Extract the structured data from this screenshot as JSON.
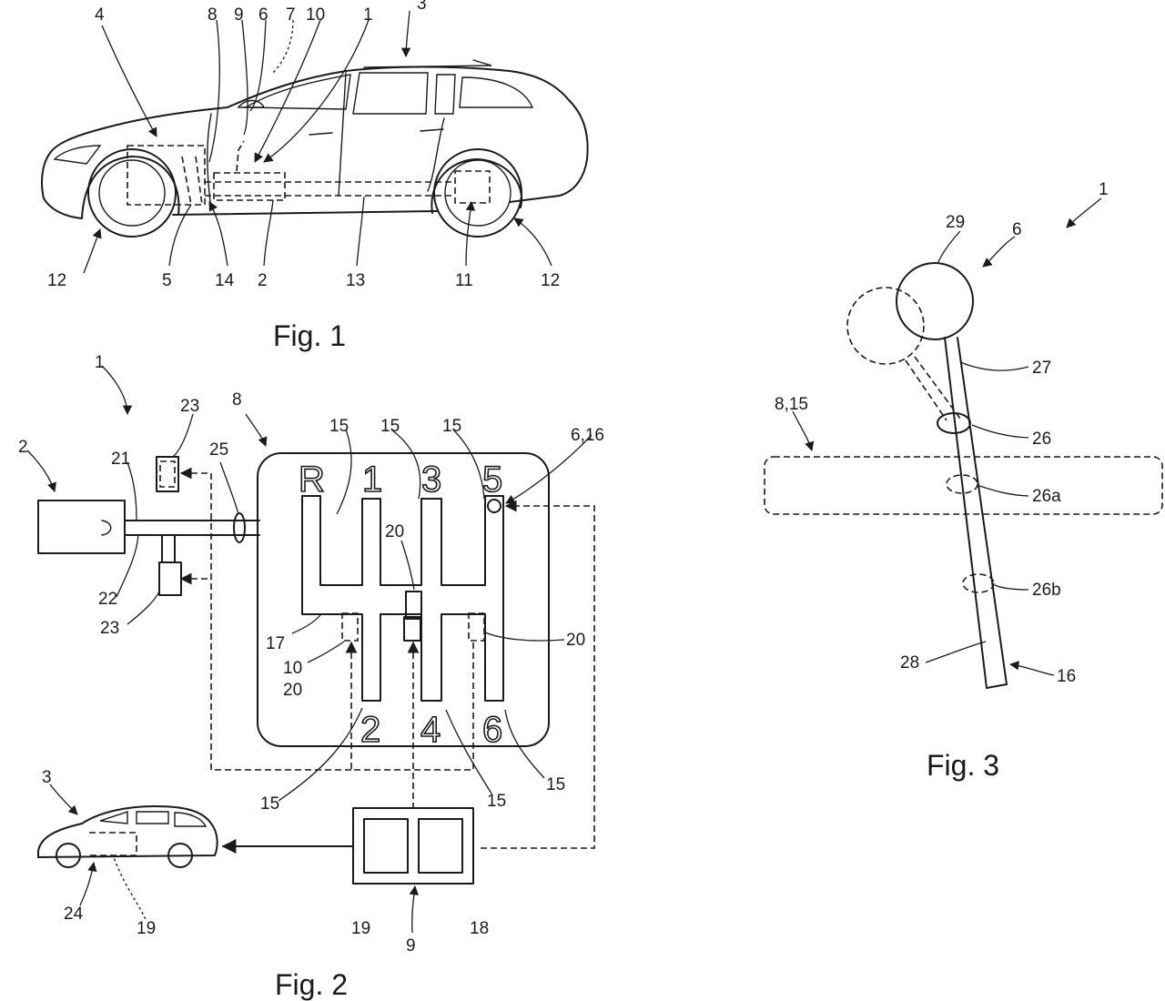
{
  "fig1": {
    "caption": "Fig. 1",
    "refs": {
      "r3": "3",
      "r4": "4",
      "r8": "8",
      "r9": "9",
      "r6": "6",
      "r7": "7",
      "r10": "10",
      "r1": "1",
      "r12a": "12",
      "r5": "5",
      "r14": "14",
      "r2": "2",
      "r13": "13",
      "r11": "11",
      "r12b": "12"
    }
  },
  "fig2": {
    "caption": "Fig. 2",
    "gears": [
      "R",
      "1",
      "3",
      "5",
      "2",
      "4",
      "6"
    ],
    "refs": {
      "r1": "1",
      "r2": "2",
      "r21": "21",
      "r22": "22",
      "r23a": "23",
      "r23b": "23",
      "r25": "25",
      "r8": "8",
      "r15a": "15",
      "r15b": "15",
      "r15c": "15",
      "r616": "6,16",
      "r20a": "20",
      "r17": "17",
      "r10": "10",
      "r20b": "20",
      "r20c": "20",
      "r15d": "15",
      "r15e": "15",
      "r15f": "15",
      "r3": "3",
      "r24": "24",
      "r19a": "19",
      "r19b": "19",
      "r18": "18",
      "r9": "9"
    }
  },
  "fig3": {
    "caption": "Fig. 3",
    "refs": {
      "r1": "1",
      "r29": "29",
      "r6": "6",
      "r27": "27",
      "r815": "8,15",
      "r26": "26",
      "r26a": "26a",
      "r26b": "26b",
      "r28": "28",
      "r16": "16"
    }
  }
}
